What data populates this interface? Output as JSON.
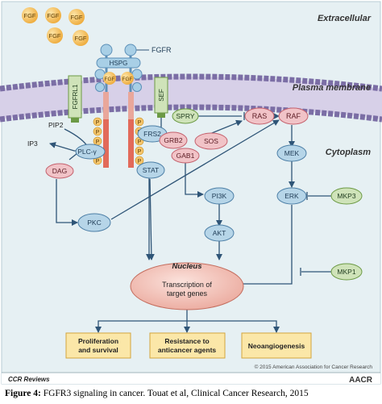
{
  "regions": {
    "extracellular": "Extracellular",
    "plasma_membrane": "Plasma membrane",
    "cytoplasm": "Cytoplasm"
  },
  "ligands": [
    "FGF",
    "FGF",
    "FGF",
    "FGF",
    "FGF"
  ],
  "receptor_complex": {
    "fgfr": "FGFR",
    "hspg": "HSPG",
    "fgf_left": "FGF",
    "fgf_right": "FGF",
    "fgfrl1": "FGFRL1",
    "sef": "SEF",
    "phospho": "P"
  },
  "nodes": {
    "spry": "SPRY",
    "frs2": "FRS2",
    "grb2": "GRB2",
    "sos": "SOS",
    "gab1": "GAB1",
    "pip2": "PIP2",
    "plc": "PLC-γ",
    "ip3": "IP3",
    "dag": "DAG",
    "stat": "STAT",
    "pi3k": "PI3K",
    "akt": "AKT",
    "pkc": "PKC",
    "ras": "RAS",
    "raf": "RAF",
    "mek": "MEK",
    "erk": "ERK",
    "mkp3": "MKP3",
    "mkp1": "MKP1"
  },
  "nucleus": {
    "title": "Nucleus",
    "text_line1": "Transcription of",
    "text_line2": "target genes"
  },
  "outcomes": {
    "proliferation_line1": "Proliferation",
    "proliferation_line2": "and survival",
    "resistance_line1": "Resistance to",
    "resistance_line2": "anticancer agents",
    "angio": "Neoangiogenesis"
  },
  "footer": {
    "journal": "CCR Reviews",
    "copyright": "© 2015 American Association for Cancer Research",
    "logo": "AACR"
  },
  "caption": {
    "label": "Figure 4:",
    "text": " FGFR3 signaling in cancer. Touat et al, Clinical Cancer Research, 2015"
  },
  "colors": {
    "background": "#e6f0f3",
    "membrane": "#8a7fae",
    "blue_node": "#b6d5e8",
    "red_node": "#f1c3c7",
    "green_node": "#cfe3b9",
    "fgf_ball": "#f6c66d",
    "receptor_blue": "#a8cfe6",
    "nucleus_fill": "#f4c8c0",
    "outcome_fill": "#fbe7a8",
    "arrow": "#2f5577"
  }
}
